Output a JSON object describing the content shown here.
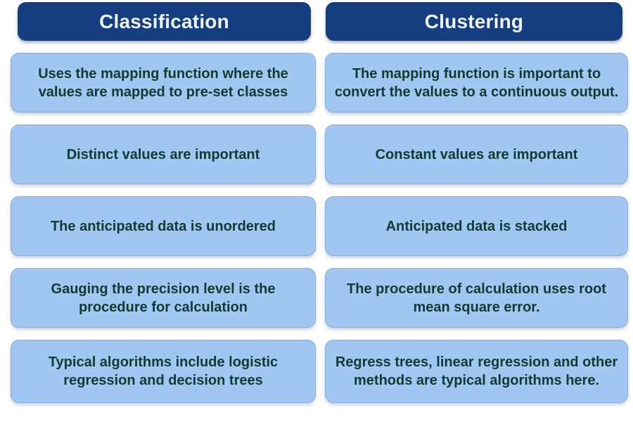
{
  "comparison_table": {
    "columns": [
      {
        "header": "Classification",
        "rows": [
          "Uses the mapping function where the values are mapped to pre-set classes",
          "Distinct values are important",
          "The anticipated data is unordered",
          "Gauging the precision level is the procedure for calculation",
          "Typical algorithms include logistic regression and decision trees"
        ]
      },
      {
        "header": "Clustering",
        "rows": [
          "The mapping function is important to convert the values to a continuous output.",
          "Constant values are important",
          "Anticipated data is stacked",
          "The procedure of calculation uses root mean square error.",
          "Regress trees, linear regression and other methods are typical algorithms here."
        ]
      }
    ]
  },
  "colors": {
    "header_bg": "#153e80",
    "header_text": "#f0f4fc",
    "cell_bg": "#a2c6f2",
    "cell_border": "#86aedd",
    "cell_text": "#123a31",
    "page_bg": "#ffffff"
  }
}
